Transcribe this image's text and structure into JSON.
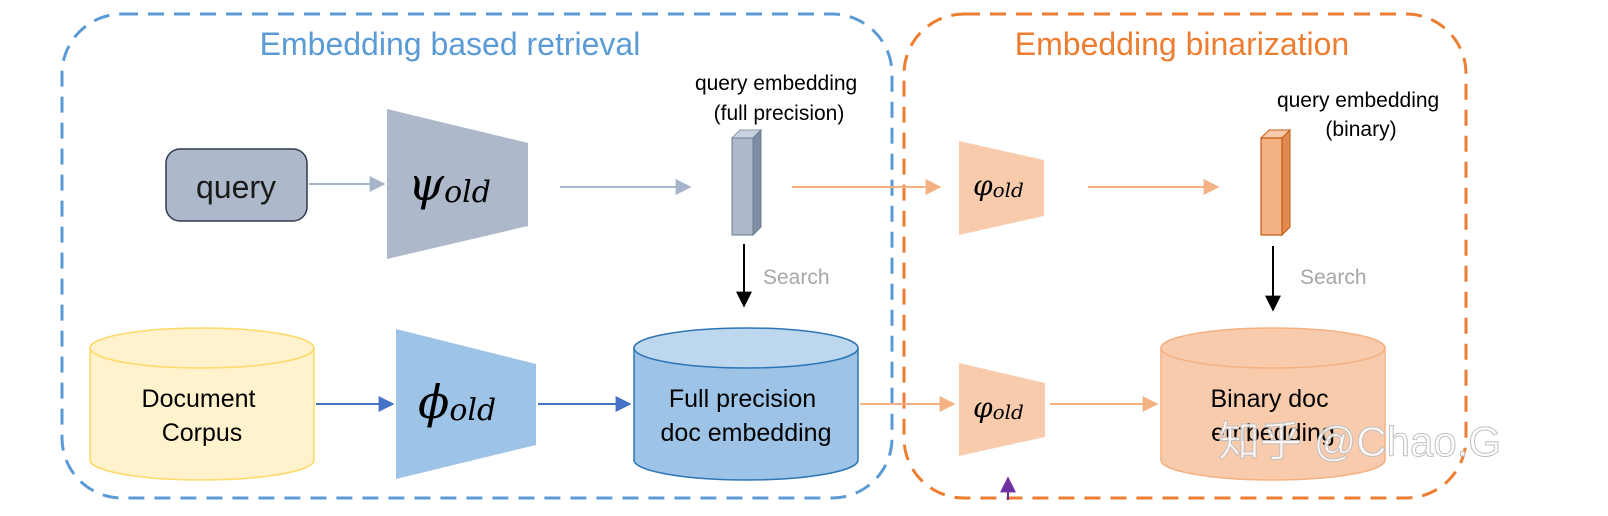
{
  "sections": {
    "retrieval_title": "Embedding based retrieval",
    "binarization_title": "Embedding binarization"
  },
  "nodes": {
    "query": "query",
    "document_corpus": [
      "Document",
      "Corpus"
    ],
    "full_precision_doc": [
      "Full precision",
      "doc embedding"
    ],
    "binary_doc": [
      "Binary doc",
      "embedding"
    ]
  },
  "encoders": {
    "psi_old": {
      "symbol": "ψ",
      "subscript": "old"
    },
    "phi_old": {
      "symbol": "ϕ",
      "subscript": "old"
    },
    "varphi_top": {
      "symbol": "φ",
      "subscript": "old"
    },
    "varphi_bottom": {
      "symbol": "φ",
      "subscript": "old"
    }
  },
  "embeddings": {
    "full_precision_query": [
      "query embedding",
      "(full precision)"
    ],
    "binary_query": [
      "query embedding",
      "(binary)"
    ]
  },
  "actions": {
    "search_left": "Search",
    "search_right": "Search"
  },
  "watermark": "知乎 @Chao.G",
  "colors": {
    "retrieval_border": "#5b9bd5",
    "binarization_border": "#ed7d31",
    "query_box": "#adb9ca",
    "psi_encoder": "#adb9ca",
    "corpus_fill": "#fff2cc",
    "phi_encoder": "#9dc3e6",
    "fp_doc_fill": "#9dc3e6",
    "varphi_encoder": "#f8cbad",
    "binary_doc_fill": "#f8cbad",
    "binary_query_bar": "#f4b183"
  }
}
